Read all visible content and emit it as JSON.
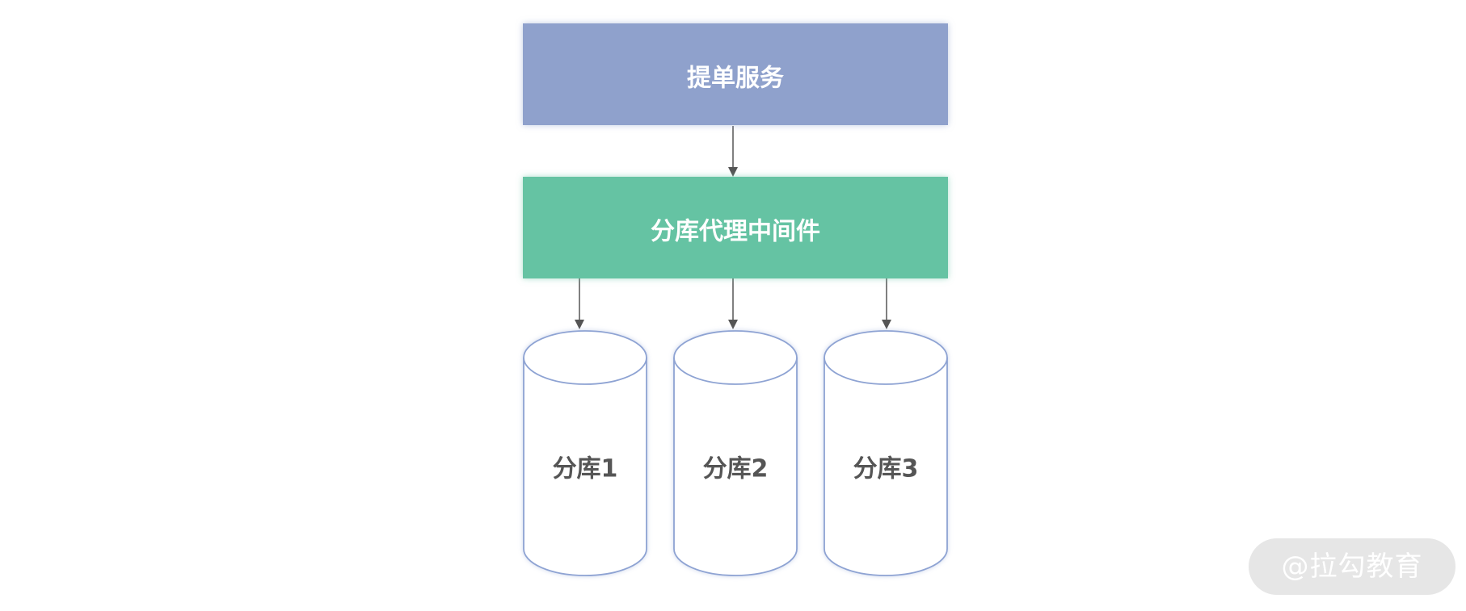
{
  "nodes": {
    "service": {
      "label": "提单服务",
      "color": "#8fa1cc"
    },
    "middleware": {
      "label": "分库代理中间件",
      "color": "#65c3a3"
    },
    "databases": [
      {
        "label": "分库1"
      },
      {
        "label": "分库2"
      },
      {
        "label": "分库3"
      }
    ]
  },
  "edges": [
    {
      "from": "service",
      "to": "middleware"
    },
    {
      "from": "middleware",
      "to": "databases.0"
    },
    {
      "from": "middleware",
      "to": "databases.1"
    },
    {
      "from": "middleware",
      "to": "databases.2"
    }
  ],
  "colors": {
    "arrow": "#555555",
    "cylinder_stroke": "#8ea3d3",
    "cylinder_fill": "#ffffff"
  },
  "watermark": {
    "text": "@拉勾教育"
  }
}
